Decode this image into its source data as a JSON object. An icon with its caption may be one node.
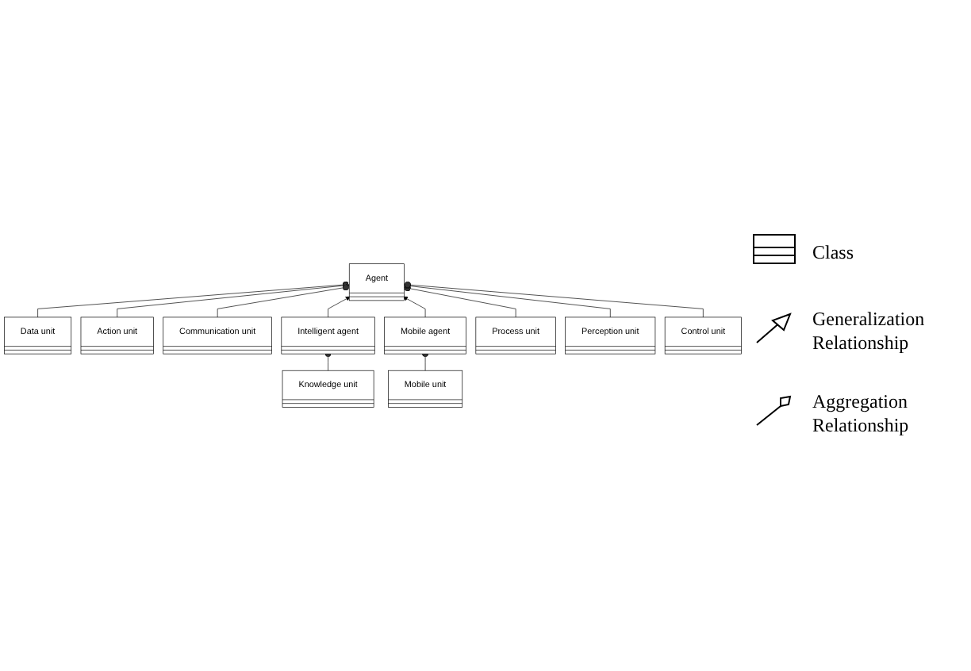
{
  "diagram": {
    "nodes": [
      {
        "text": [
          "Agent"
        ]
      },
      {
        "text": [
          "Data unit"
        ]
      },
      {
        "text": [
          "Control unit"
        ]
      },
      {
        "text": [
          "Action unit"
        ]
      },
      {
        "text": [
          "Perception unit"
        ]
      },
      {
        "text": [
          "Communication unit"
        ]
      },
      {
        "text": [
          "Process unit"
        ]
      },
      {
        "text": [
          "Intelligent agent"
        ]
      },
      {
        "text": [
          "Mobile agent"
        ]
      },
      {
        "text": [
          "Knowledge unit"
        ]
      },
      {
        "text": [
          "Mobile unit"
        ]
      }
    ],
    "edges": [
      {
        "from": 1,
        "to": 0,
        "arrow": "other"
      },
      {
        "from": 3,
        "to": 0,
        "arrow": "other"
      },
      {
        "from": 5,
        "to": 0,
        "arrow": "other"
      },
      {
        "from": 7,
        "to": 0,
        "arrow": "to"
      },
      {
        "from": 8,
        "to": 0,
        "arrow": "to"
      },
      {
        "from": 6,
        "to": 0,
        "arrow": "other"
      },
      {
        "from": 4,
        "to": 0,
        "arrow": "other"
      },
      {
        "from": 2,
        "to": 0,
        "arrow": "other"
      },
      {
        "from": 9,
        "to": 7,
        "arrow": "other"
      },
      {
        "from": 10,
        "to": 8,
        "arrow": "other"
      }
    ],
    "legend": [
      {
        "text": "Class"
      },
      {
        "text": "Generalization Relationship"
      },
      {
        "text": "Aggregation Relationship"
      }
    ]
  }
}
